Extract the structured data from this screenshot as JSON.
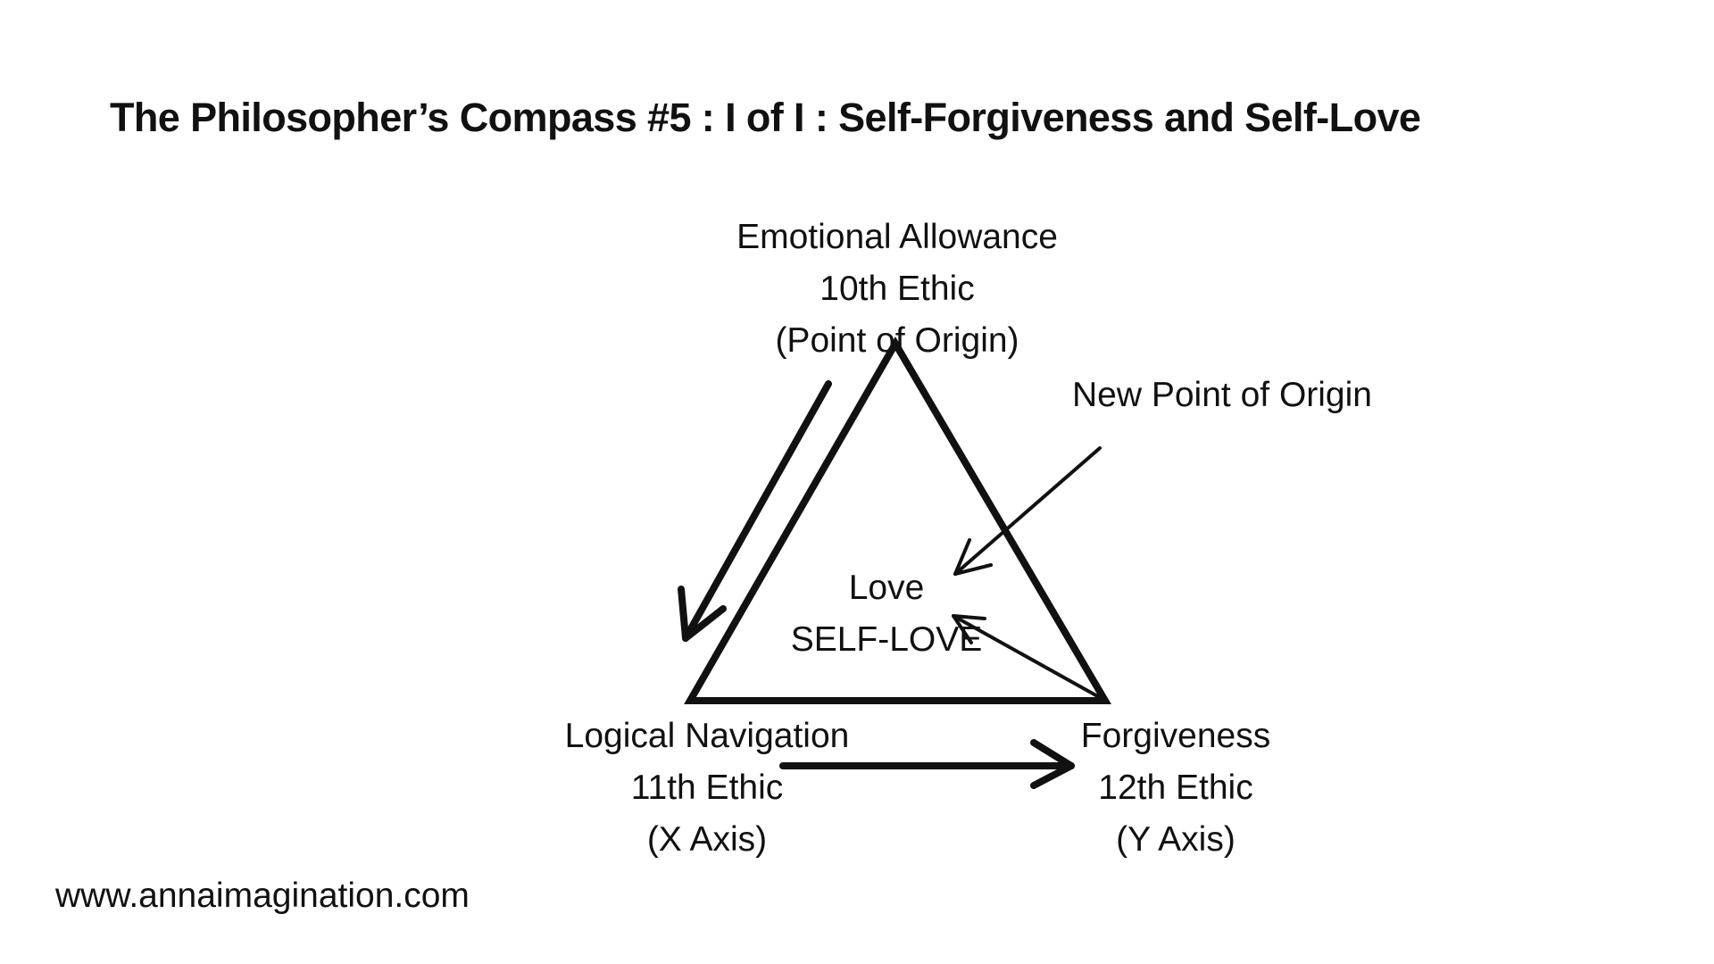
{
  "title": "The Philosopher’s Compass #5 : I of I : Self-Forgiveness and Self-Love",
  "vertices": {
    "top": {
      "name": "Emotional Allowance",
      "ethic": "10th Ethic",
      "role": "(Point of Origin)"
    },
    "left": {
      "name": "Logical Navigation",
      "ethic": "11th Ethic",
      "role": "(X Axis)"
    },
    "right": {
      "name": "Forgiveness",
      "ethic": "12th Ethic",
      "role": "(Y Axis)"
    }
  },
  "center": {
    "line1": "Love",
    "line2": "SELF-LOVE"
  },
  "new_origin": "New Point of Origin",
  "footer": "www.annaimagination.com",
  "colors": {
    "ink": "#111111",
    "background": "#ffffff"
  }
}
